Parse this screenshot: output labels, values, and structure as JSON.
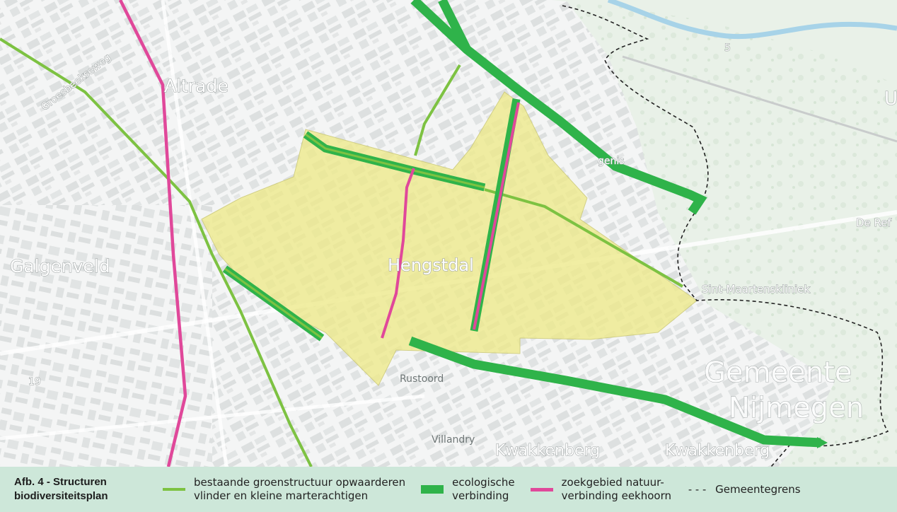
{
  "caption": {
    "line1": "Afb. 4 -  Structuren",
    "line2": "biodiversiteitsplan"
  },
  "legend": {
    "items": [
      {
        "key": "groen",
        "line1": "bestaande groenstructuur opwaarderen",
        "line2": "vlinder en kleine marterachtigen",
        "color": "#7dc242"
      },
      {
        "key": "eco",
        "line1": "ecologische",
        "line2": "verbinding",
        "color": "#2fb34a"
      },
      {
        "key": "eek",
        "line1": "zoekgebied natuur-",
        "line2": "verbinding eekhoorn",
        "color": "#e0489a"
      }
    ],
    "boundary": {
      "symbol": "---",
      "label": "Gemeentegrens"
    }
  },
  "map_labels": {
    "altrade": "Altrade",
    "galgenveld": "Galgenveld",
    "hengstdal": "Hengstdal",
    "rustoord": "Rustoord",
    "villandry": "Villandry",
    "kwakkenberg1": "Kwakkenberg",
    "kwakkenberg2": "Kwakkenberg",
    "gemeente": "Gemeente",
    "nijmegen": "Nijmegen",
    "sintmaartens": "Sint-Maartenskliniek",
    "deref": "De Ref",
    "genis": "genis",
    "road": "Groesbeekseweg",
    "n19": "19",
    "n5": "5",
    "u": "U"
  },
  "colors": {
    "study_area": "#eeea8a",
    "green_structure": "#7dc242",
    "ecological": "#2fb34a",
    "squirrel": "#e0489a",
    "legend_bg": "#cde7d9"
  }
}
